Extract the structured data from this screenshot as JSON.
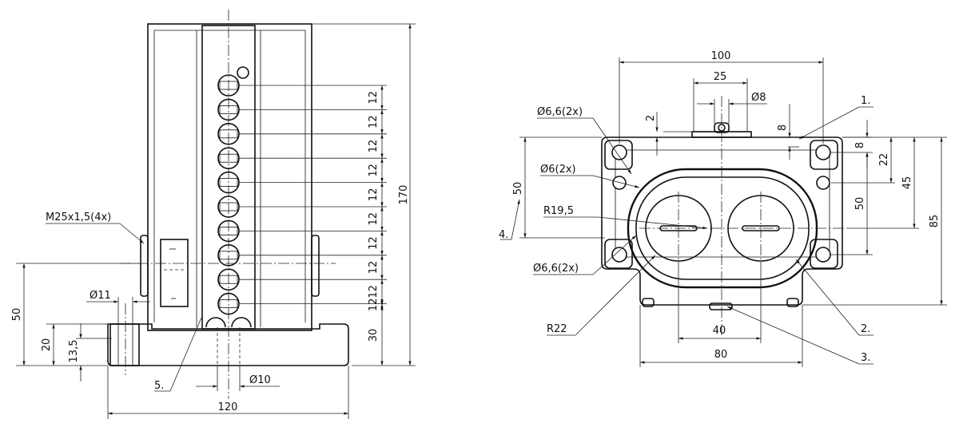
{
  "left_view": {
    "dims": {
      "total_height": "170",
      "base_height": "30",
      "pitch": "12",
      "width": "120",
      "hole_dia": "Ø10",
      "bore_dia": "Ø11",
      "h50": "50",
      "h20": "20",
      "h13_5": "13,5",
      "thread": "M25x1,5(4x)"
    },
    "callouts": {
      "item5": "5."
    }
  },
  "right_view": {
    "dims": {
      "w100": "100",
      "w25": "25",
      "d8": "Ø8",
      "h2": "2",
      "h8_top": "8",
      "h8_right": "8",
      "h22": "22",
      "h50_right": "50",
      "h45": "45",
      "h85": "85",
      "h50_left": "50",
      "r19_5": "R19,5",
      "r22": "R22",
      "d6_6_top": "Ø6,6(2x)",
      "d6": "Ø6(2x)",
      "d6_6_bottom": "Ø6,6(2x)",
      "w40": "40",
      "w80": "80"
    },
    "callouts": {
      "item1": "1.",
      "item2": "2.",
      "item3": "3.",
      "item4": "4."
    }
  }
}
